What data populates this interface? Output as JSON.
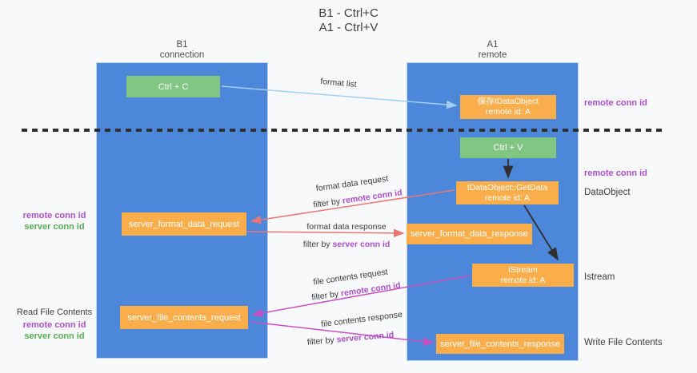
{
  "title": {
    "line1": "B1 - Ctrl+C",
    "line2": "A1 - Ctrl+V"
  },
  "lanes": {
    "left": {
      "name": "B1",
      "subtitle": "connection"
    },
    "right": {
      "name": "A1",
      "subtitle": "remote"
    }
  },
  "nodes": {
    "ctrl_c": {
      "label": "Ctrl + C"
    },
    "save_dataobject": {
      "line1": "保存IDataObject",
      "line2": "remote id: A"
    },
    "ctrl_v": {
      "label": "Ctrl + V"
    },
    "getdata": {
      "line1": "IDataObject::GetData",
      "line2": "remote id: A"
    },
    "server_format_data_request": {
      "label": "server_format_data_request"
    },
    "server_format_data_response": {
      "label": "server_format_data_response"
    },
    "istream": {
      "line1": "IStream",
      "line2": "remote id: A"
    },
    "server_file_contents_request": {
      "label": "server_file_contents_request"
    },
    "server_file_contents_response": {
      "label": "server_file_contents_response"
    }
  },
  "arrows": {
    "format_list": {
      "label": "format list"
    },
    "format_request": {
      "label": "format data request",
      "filter_prefix": "filter by",
      "filter_id": "remote conn id"
    },
    "format_response": {
      "label": "format data response",
      "filter_prefix": "filter by",
      "filter_id": "server conn id"
    },
    "file_request": {
      "label": "file contents request",
      "filter_prefix": "filter by",
      "filter_id": "remote conn id"
    },
    "file_response": {
      "label": "file contents response",
      "filter_prefix": "filter by",
      "filter_id": "server conn id"
    }
  },
  "side_labels": {
    "left_mid": {
      "remote": "remote conn id",
      "server": "server conn id"
    },
    "read_file": "Read File Contents",
    "left_bottom": {
      "remote": "remote conn id",
      "server": "server conn id"
    },
    "right_top": "remote conn id",
    "right_mid": "remote conn id",
    "dataobject": "DataObject",
    "istream": "Istream",
    "write_file": "Write File Contents"
  },
  "colors": {
    "lane_blue": "#4d87d9",
    "box_green": "#82c683",
    "box_orange": "#f9ae4b",
    "arrow_lightblue": "#a4cff0",
    "arrow_red": "#e87676",
    "arrow_magenta": "#c64fc1",
    "arrow_black": "#2f2f2f",
    "text_purple": "#ab4fc7",
    "text_green": "#55ab57"
  }
}
